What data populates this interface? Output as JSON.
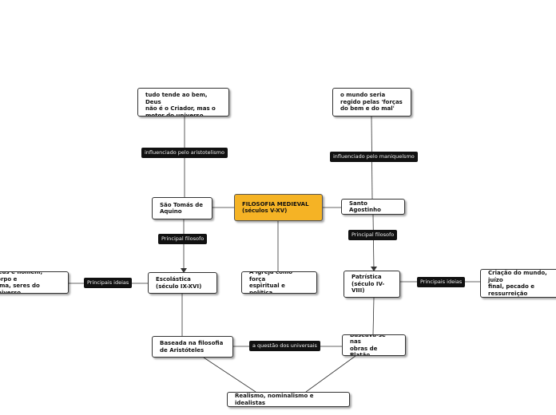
{
  "diagram": {
    "root": "FILOSOFIA MEDIEVAL\n(séculos V-XV)",
    "nodes": {
      "aquino_idea": "tudo tende ao bem, Deus\nnão é o Criador, mas o\nmotor do universo",
      "agostinho_idea": "o mundo seria\nregido pelas 'forças\ndo bem e do mal'",
      "aquino": "São Tomás de\nAquino",
      "agostinho": "Santo Agostinho",
      "igreja": "A igreja como força\nespiritual e política",
      "escolastica": "Escolástica\n(século IX-XVI)",
      "patristica": "Patrística\n(século IV-\nVIII)",
      "escolastica_ideas": "Deus e homem, corpo e\nalma, seres do universo",
      "patristica_ideas": "Criação do mundo, juízo\nfinal, pecado e\nressurreição",
      "aristoteles": "Baseada na filosofia\nde Aristóteles",
      "platao": "Baseava-se nas\nobras de Platão",
      "realismo": "Realismo, nominalismo e idealistas"
    },
    "labels": {
      "aristotelismo": "influenciado pelo aristotelismo",
      "maniqueismo": "influenciado pelo maniqueísmo",
      "principal_filosofo_left": "Principal filosofo",
      "principal_filosofo_right": "Principal filosofo",
      "principais_ideias_left": "Principais ideias",
      "principais_ideias_right": "Principais ideias",
      "questao_universais": "a questão dos universais"
    }
  }
}
